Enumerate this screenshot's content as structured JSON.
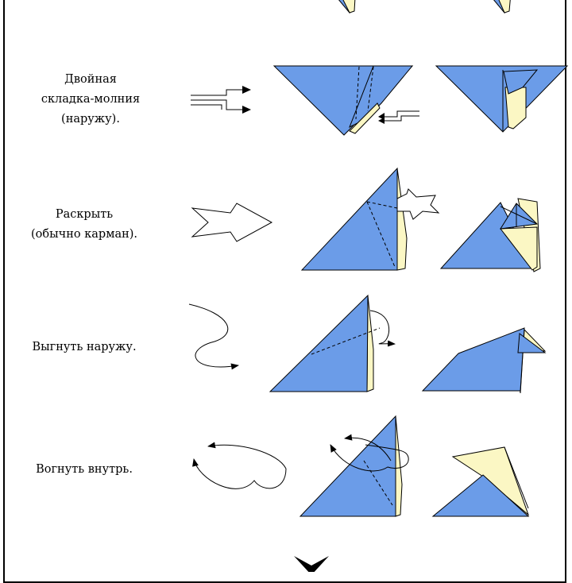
{
  "steps": [
    {
      "label_lines": [
        "Двойная",
        "складка-молния",
        "(наружу)."
      ]
    },
    {
      "label_lines": [
        "Раскрыть",
        "(обычно карман)."
      ]
    },
    {
      "label_lines": [
        "Выгнуть наружу."
      ]
    },
    {
      "label_lines": [
        "Вогнуть внутрь."
      ]
    }
  ],
  "colors": {
    "paper_blue": "#6b9ce8",
    "paper_cream": "#fbf7c4",
    "outline": "#000000"
  }
}
